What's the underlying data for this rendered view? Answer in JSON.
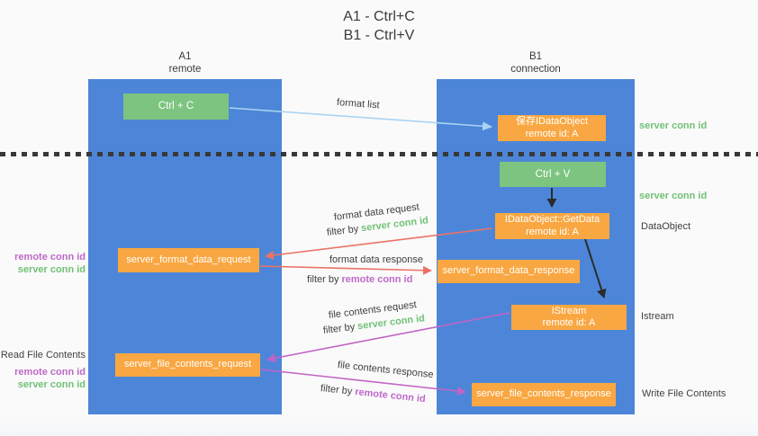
{
  "title": {
    "line1": "A1 - Ctrl+C",
    "line2": "B1 - Ctrl+V"
  },
  "lifelines": {
    "a1": {
      "name": "A1",
      "role": "remote"
    },
    "b1": {
      "name": "B1",
      "role": "connection"
    }
  },
  "boxes": {
    "ctrl_c": {
      "label": "Ctrl + C"
    },
    "ctrl_v": {
      "label": "Ctrl + V"
    },
    "save_idataobject": {
      "line1": "保存IDataObject",
      "line2": "remote id: A"
    },
    "idataobject_getdata": {
      "line1": "IDataObject::GetData",
      "line2": "remote id: A"
    },
    "istream": {
      "line1": "IStream",
      "line2": "remote id: A"
    },
    "server_format_data_request": {
      "label": "server_format_data_request"
    },
    "server_format_data_response": {
      "label": "server_format_data_response"
    },
    "server_file_contents_request": {
      "label": "server_file_contents_request"
    },
    "server_file_contents_response": {
      "label": "server_file_contents_response"
    }
  },
  "arrow_labels": {
    "format_list": "format list",
    "format_data_request": {
      "text": "format data request",
      "filter_prefix": "filter by",
      "filter_value": "server conn id"
    },
    "format_data_response": {
      "text": "format data response",
      "filter_prefix": "filter by",
      "filter_value": "remote conn id"
    },
    "file_contents_request": {
      "text": "file contents request",
      "filter_prefix": "filter by",
      "filter_value": "server conn id"
    },
    "file_contents_response": {
      "text": "file contents response",
      "filter_prefix": "filter by",
      "filter_value": "remote conn id"
    }
  },
  "side_labels": {
    "right_server_conn_id_1": "server conn id",
    "right_server_conn_id_2": "server conn id",
    "right_dataobject": "DataObject",
    "right_istream": "Istream",
    "right_write_file_contents": "Write File Contents",
    "left_remote_conn_id_1": "remote conn id",
    "left_server_conn_id_1": "server conn id",
    "left_read_file_contents": "Read File Contents",
    "left_remote_conn_id_2": "remote conn id",
    "left_server_conn_id_2": "server conn id"
  },
  "colors": {
    "lifeline_blue": "#4d86d8",
    "action_green": "#7cc47f",
    "message_orange": "#f9a742",
    "format_arrow_red": "#ec7266",
    "file_arrow_purple": "#c263c6",
    "format_list_arrow_blue": "#aad4f2",
    "local_call_black": "#2b2b2b",
    "server_conn_id_text": "#71c175",
    "remote_conn_id_text": "#bd6ac7",
    "background": "#fafafa"
  }
}
